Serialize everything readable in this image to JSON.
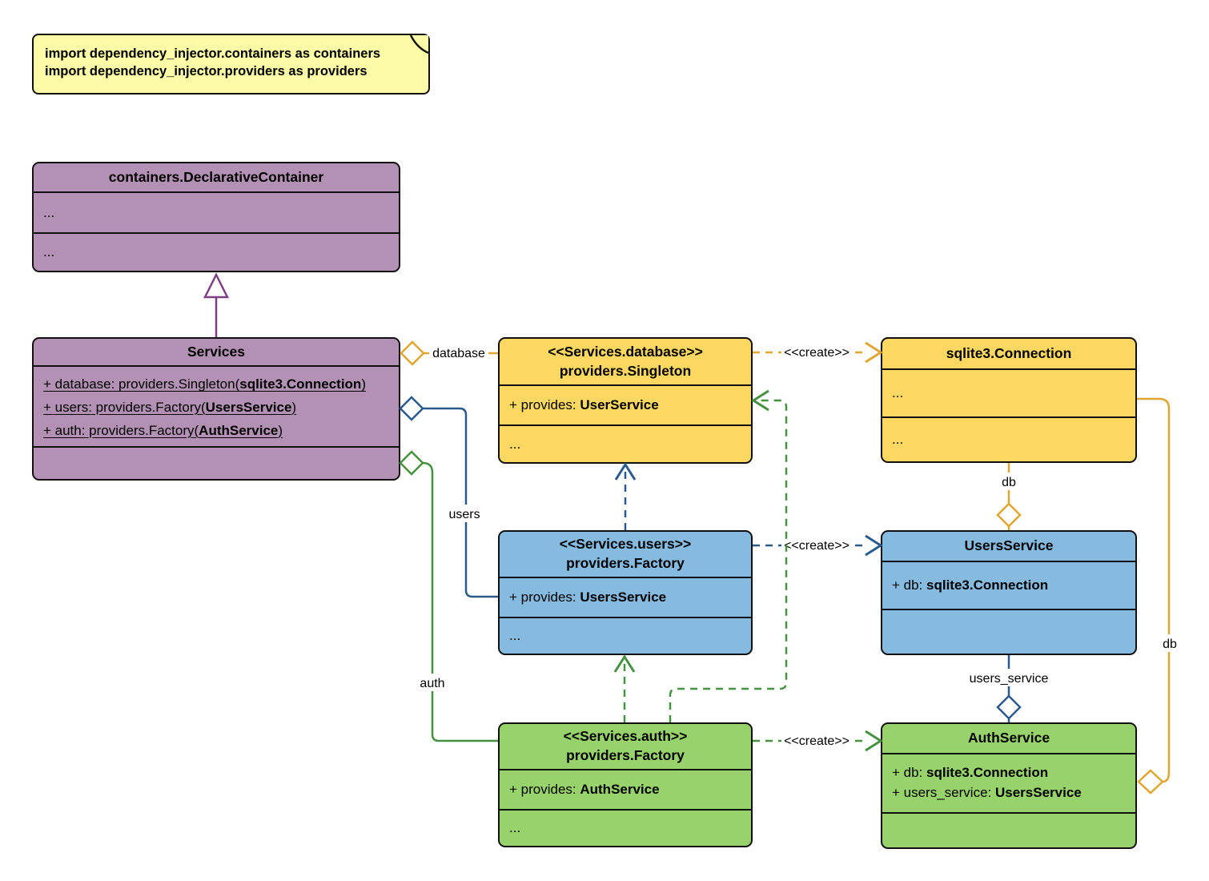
{
  "note": {
    "line1": "import dependency_injector.containers as containers",
    "line2": "import dependency_injector.providers as providers"
  },
  "classes": {
    "declarative_container": {
      "title": "containers.DeclarativeContainer",
      "row1": "...",
      "row2": "..."
    },
    "services": {
      "title": "Services",
      "attributes": [
        {
          "prefix": "+ database: providers.Singleton(",
          "bold": "sqlite3.Connection",
          "suffix": ")"
        },
        {
          "prefix": "+ users: providers.Factory(",
          "bold": "UsersService",
          "suffix": ")"
        },
        {
          "prefix": "+ auth: providers.Factory(",
          "bold": "AuthService",
          "suffix": ")"
        }
      ]
    },
    "database_singleton": {
      "stereotype": "<<Services.database>>",
      "title": "providers.Singleton",
      "provides_prefix": "+ provides: ",
      "provides_bold": "UserService",
      "dots": "..."
    },
    "sqlite_connection": {
      "title": "sqlite3.Connection",
      "row1": "...",
      "row2": "..."
    },
    "users_factory": {
      "stereotype": "<<Services.users>>",
      "title": "providers.Factory",
      "provides_prefix": "+ provides: ",
      "provides_bold": "UsersService",
      "dots": "..."
    },
    "users_service": {
      "title": "UsersService",
      "attr_prefix": "+ db: ",
      "attr_bold": "sqlite3.Connection"
    },
    "auth_factory": {
      "stereotype": "<<Services.auth>>",
      "title": "providers.Factory",
      "provides_prefix": "+ provides: ",
      "provides_bold": "AuthService",
      "dots": "..."
    },
    "auth_service": {
      "title": "AuthService",
      "attr1_prefix": "+ db: ",
      "attr1_bold": "sqlite3.Connection",
      "attr2_prefix": "+ users_service: ",
      "attr2_bold": "UsersService"
    }
  },
  "edges": {
    "database_label": "database",
    "users_label": "users",
    "auth_label": "auth",
    "create_label": "<<create>>",
    "db_mid_label": "db",
    "db_right_label": "db",
    "users_service_label": "users_service"
  },
  "colors": {
    "purple_fill": "#b391b5",
    "yellow_fill": "#fcd762",
    "blue_fill": "#87badf",
    "green_fill": "#97d26c",
    "note_fill": "#fbfba8",
    "edge_yellow": "#dfa630",
    "edge_blue": "#2a5a8c",
    "edge_green": "#469140",
    "edge_purple": "#7b3f84",
    "border": "#111111"
  }
}
